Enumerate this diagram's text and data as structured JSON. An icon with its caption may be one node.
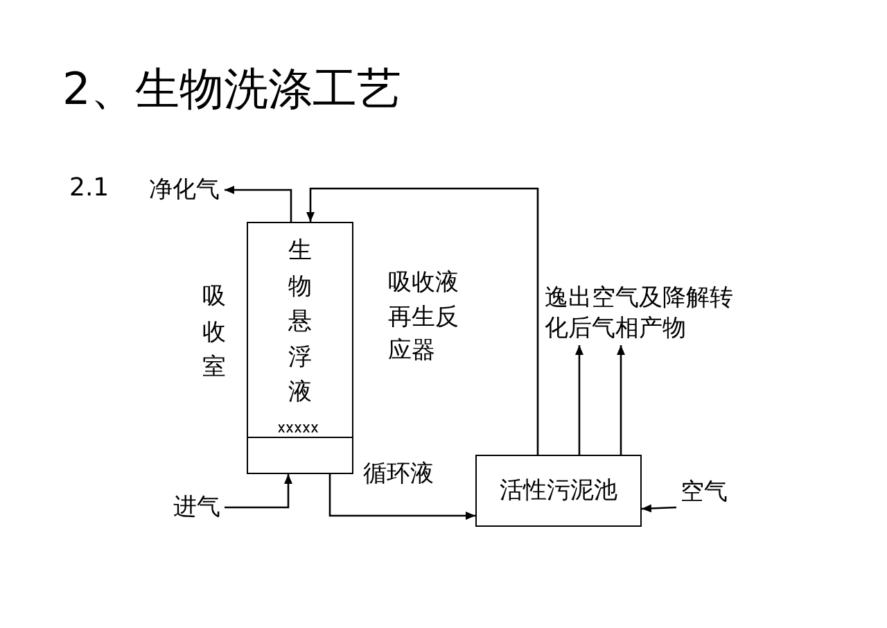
{
  "diagram": {
    "title": "2、生物洗涤工艺",
    "nodes": [
      {
        "text": [
          "生物悬浮液"
        ],
        "beside": [
          "吸收室"
        ]
      },
      {
        "text": [
          "净化气"
        ]
      },
      {
        "text": [
          "进气"
        ]
      },
      {
        "text": [
          "活性污泥池"
        ]
      },
      {
        "text": [
          "空气"
        ]
      },
      {
        "text": [
          "逸出空气及降解转化后气相产物"
        ]
      }
    ],
    "edges": [
      {
        "from": 0,
        "to": 1,
        "arrow": "to"
      },
      {
        "from": 2,
        "to": 0,
        "arrow": "to"
      },
      {
        "from": 0,
        "to": 3,
        "arrow": "to",
        "label": "循环液"
      },
      {
        "from": 3,
        "to": 0,
        "arrow": "to"
      },
      {
        "from": 3,
        "to": 5,
        "arrow": "to"
      },
      {
        "from": 3,
        "to": 5,
        "arrow": "to"
      },
      {
        "from": 4,
        "to": 3,
        "arrow": "to"
      }
    ],
    "labels": [
      "2.1",
      "吸收液再生反应器"
    ]
  }
}
